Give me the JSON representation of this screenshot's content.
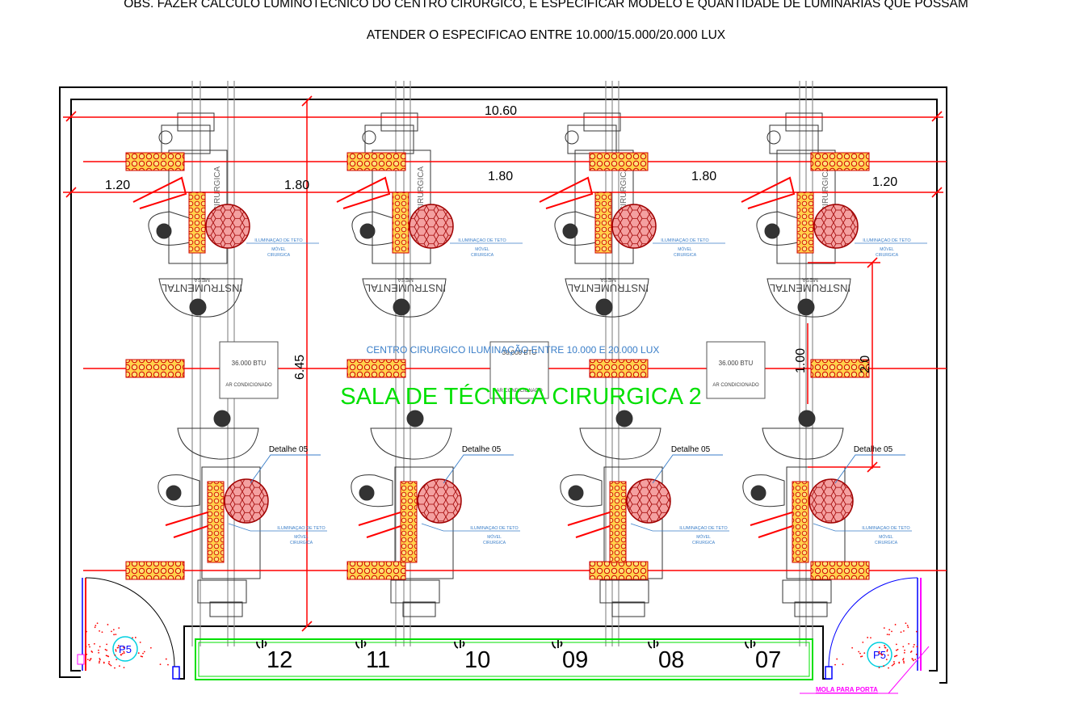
{
  "notes": {
    "line1": "OBS. FAZER CALCULO LUMINOTECNICO DO CENTRO CIRURGICO, E ESPECIFICAR MODELO E QUANTIDADE DE LUMINARIAS QUE POSSAM",
    "line2": "ATENDER O ESPECIFICAO  ENTRE 10.000/15.000/20.000 LUX"
  },
  "room": {
    "name": "SALA  DE  TÉCNICA  CIRURGICA  2",
    "lighting_spec": "CENTRO CIRURGICO ILUMINAÇÃO ENTRE 10.000 E 20.000 LUX"
  },
  "dimensions": {
    "total_width": "10.60",
    "margin_left": "1.20",
    "spacing_1": "1.80",
    "spacing_2": "1.80",
    "spacing_3": "1.80",
    "margin_right": "1.20",
    "height": "6.45",
    "offset": "1.00",
    "right_dim": "2.0"
  },
  "equipment": {
    "ac_left_capacity": "36.000 BTU",
    "ac_left_label": "AR CONDICIONADO",
    "ac_mid_capacity": "36.000 BTU",
    "ac_mid_label": "AR CONDICIONADO",
    "ac_right_capacity": "36.000 BTU",
    "ac_right_label": "AR CONDICIONADO"
  },
  "labels": {
    "ceiling_light_l1": "ILUMINAÇAO DE TETO",
    "ceiling_light_l2": "MÓVEL",
    "ceiling_light_l3": "CIRURGICA",
    "detail_ref": "Detalhe 05",
    "table_label_1": "MESA",
    "table_label_2": "INSTRUMENTAL",
    "cirurgica": "CIRURGICA"
  },
  "beds": [
    "12",
    "11",
    "10",
    "09",
    "08",
    "07"
  ],
  "doors": {
    "left": "P5",
    "right": "P5",
    "spring_note": "MOLA PARA PORTA"
  },
  "colors": {
    "dimension": "#ff0000",
    "room_name": "#00e000",
    "spec_text": "#3a7ec8",
    "luminaire_fill": "#f08080",
    "luminaire_stroke": "#b00000",
    "strip_fill": "#ffd24a",
    "door": "#0000ff",
    "magenta": "#ff00ff",
    "gray": "#808080"
  }
}
